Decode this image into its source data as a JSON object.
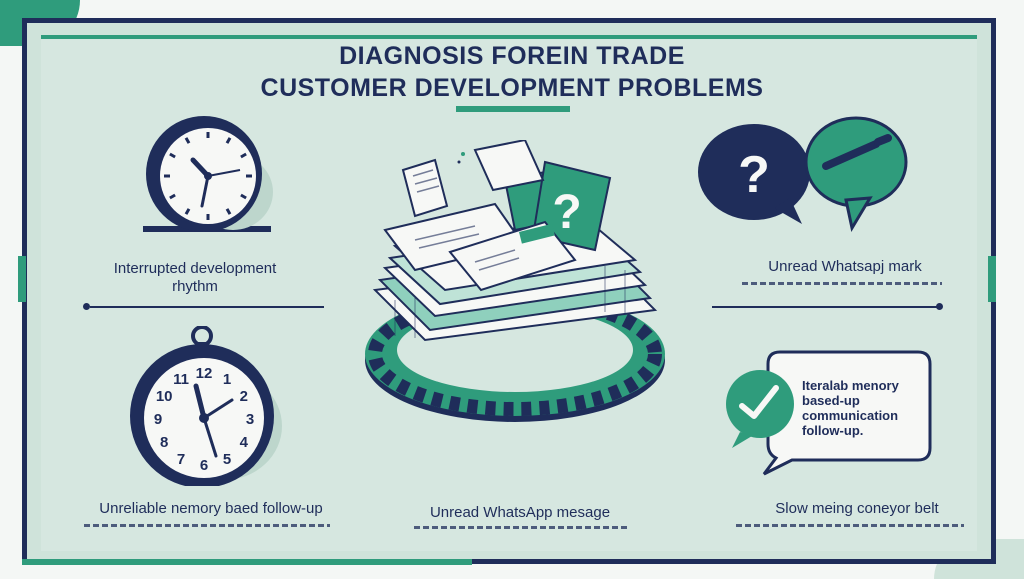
{
  "title_line1": "DIAGNOSIS FOREIN TRADE",
  "title_line2": "CUSTOMER DEVELOPMENT PROBLEMS",
  "labels": {
    "top_left": "Interrupted development rhythm",
    "top_right": "Unread Whatsapj mark",
    "bottom_left": "Unreliable nemory baed follow-up",
    "bottom_center": "Unread WhatsApp mesage",
    "bottom_right": "Slow meing coneyor belt"
  },
  "bubble_lines": [
    "Iteralab menory",
    "based-up",
    "communication",
    "follow-up."
  ],
  "clock_numbers": [
    "12",
    "1",
    "2",
    "3",
    "4",
    "5",
    "6",
    "7",
    "8",
    "9",
    "10",
    "11"
  ],
  "question_mark": "?",
  "colors": {
    "navy": "#1f2d5a",
    "teal": "#2f9c7c",
    "mint": "#d6e7e0",
    "paper": "#f7f8f6"
  }
}
